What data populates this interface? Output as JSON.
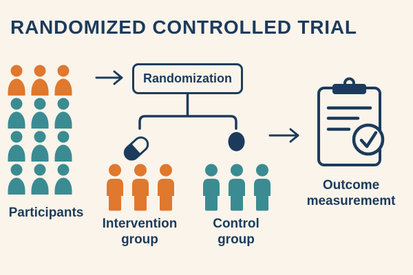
{
  "title": "RANDOMIZED CONTROLLED TRIAL",
  "colors": {
    "background": "#FAF4EB",
    "navy": "#1C3B5C",
    "orange": "#E0782D",
    "teal": "#3A8C92"
  },
  "participants": {
    "label": "Participants",
    "rows": [
      {
        "color": "orange",
        "count": 3
      },
      {
        "color": "teal",
        "count": 3
      },
      {
        "color": "teal",
        "count": 3
      },
      {
        "color": "teal",
        "count": 3
      }
    ]
  },
  "randomization": {
    "label": "Randomization"
  },
  "groups": [
    {
      "id": "intervention",
      "label_line1": "Intervention",
      "label_line2": "group",
      "color": "orange",
      "count": 3,
      "icon": "pill-icon"
    },
    {
      "id": "control",
      "label_line1": "Control",
      "label_line2": "group",
      "color": "teal",
      "count": 3,
      "icon": "control-dot-icon"
    }
  ],
  "outcome": {
    "label_line1": "Outcome",
    "label_line2": "measurememt",
    "icon": "clipboard-check-icon"
  }
}
